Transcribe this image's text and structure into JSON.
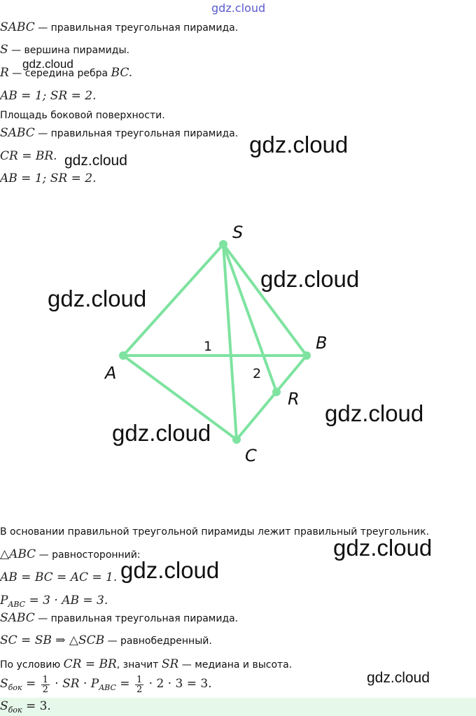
{
  "watermark": {
    "top": "gdz.cloud",
    "text": "gdz.cloud"
  },
  "given": {
    "l1_math": "SABC",
    "l1_text": " — правильная треугольная пирамида.",
    "l2_math": "S",
    "l2_text": " — вершина пирамиды.",
    "l3_math": "R",
    "l3_text": " — середина ребра ",
    "l3_math2": "BC",
    "l3_end": ".",
    "l4": "AB = 1;  SR = 2."
  },
  "find": "Площадь боковой поверхности.",
  "solution_head": {
    "l1_math": "SABC",
    "l1_text": " — правильная треугольная пирамида.",
    "l2": "CR = BR.",
    "l3": "AB = 1;  SR = 2."
  },
  "figure": {
    "vertices": {
      "S": "S",
      "A": "A",
      "B": "B",
      "C": "C",
      "R": "R"
    },
    "angle_labels": {
      "one": "1",
      "two": "2"
    },
    "line_color": "#7ee3a0"
  },
  "solution": {
    "base_text": "В основании правильной треугольной пирамиды лежит правильный треугольник.",
    "eq_math": "△ABC",
    "eq_text": " — равносторонний:",
    "sides": "AB = BC = AC = 1.",
    "perim_P": "P",
    "perim_sub": "ABC",
    "perim_rest": " = 3 · AB = 3.",
    "reg_math": "SABC",
    "reg_text": " — правильная треугольная пирамида.",
    "iso_math": "SC = SB  ⇒  △SCB",
    "iso_text": " — равнобедренный.",
    "cond_pre": "По условию ",
    "cond_math": "CR = BR",
    "cond_mid": ", значит ",
    "cond_math2": "SR",
    "cond_post": " — медиана и высота.",
    "area_S": "S",
    "area_sub": "бок",
    "area_eq1": " = ",
    "frac_num": "1",
    "frac_den": "2",
    "area_mid": " · SR · ",
    "area_P": "P",
    "area_Psub": "ABC",
    "area_eq2": " = ",
    "area_end": " · 2 · 3 = 3.",
    "answer_S": "S",
    "answer_sub": "бок",
    "answer_rest": " = 3."
  },
  "colors": {
    "figure_line": "#7ee3a0",
    "answer_bg": "#e6f8ea",
    "watermark_top": "#5a5ad0"
  }
}
